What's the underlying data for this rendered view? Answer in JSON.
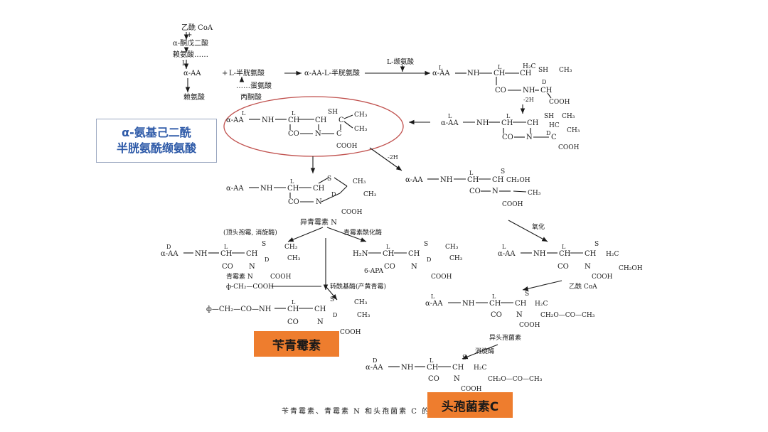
{
  "callouts": {
    "highlight_line1": "α-氨基己二酰",
    "highlight_line2": "半胱氨酰缬氨酸",
    "penicillin_g": "苄青霉素",
    "cephalosporin_c": "头孢菌素C"
  },
  "precursors": {
    "acetyl_coa": "乙酰 CoA",
    "plus": "+",
    "ketoglutarate": "α-酮戊二酸",
    "homocitrate": "赖氨酸……",
    "l_mark": "L",
    "aaa": "α-AA",
    "plus2": "+",
    "cysteine": "L-半胱氨酸",
    "methionine": "……蛋氨酸",
    "serine": "丙酮酸",
    "lysine": "赖氨酸",
    "aa_cys": "α-AA-L-半胱氨酸",
    "valine": "L-缬氨酸"
  },
  "labels": {
    "minus2h_a": "-2H",
    "minus2h_b": "-2H",
    "isopenicillin_n": "异青霉素 N",
    "iso_note": "(顶头孢霉, 消旋酶)",
    "acylase": "青霉素酰化酶",
    "penicillin_n": "青霉素 N",
    "phenylacetic": "ф-CH₂—COOH",
    "transacylase": "转酰基酶(产黄青霉)",
    "apa": "6-APA",
    "oxidation": "氧化",
    "acetyl_coa2": "乙酰 CoA",
    "deacetylceph": "异头孢菌素",
    "racemase": "消旋酶",
    "caption": "苄青霉素、青霉素 N 和头孢菌素 C 的推测途径"
  },
  "chem": {
    "nh": "NH",
    "ch": "CH",
    "co": "CO",
    "n": "N",
    "sh": "SH",
    "s": "S",
    "cooh": "COOH",
    "ch3": "CH₃",
    "h2c": "H₂C",
    "hc": "HC",
    "d": "D",
    "l": "L",
    "c": "C",
    "aa": "α-AA",
    "daa": "α-AA",
    "h2n": "H₂N",
    "ch2oh": "CH₂OH",
    "ch2oac": "CH₂O—CO—CH₃",
    "phch2co": "ф—CH₂—CO—NH"
  }
}
